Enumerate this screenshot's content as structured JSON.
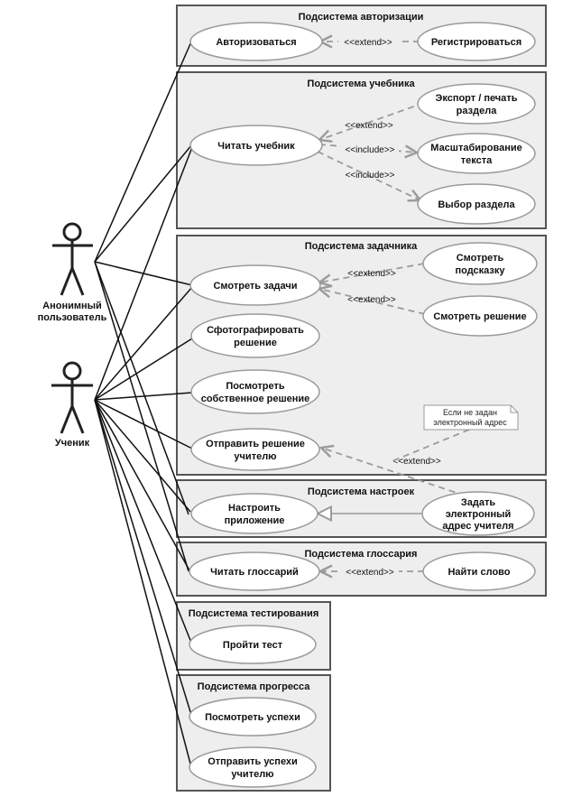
{
  "actors": {
    "anonymous": [
      "Анонимный",
      "пользователь"
    ],
    "student": [
      "Ученик"
    ]
  },
  "subsystems": {
    "auth": "Подсистема авторизации",
    "textbook": "Подсистема учебника",
    "tasks": "Подсистема задачника",
    "settings": "Подсистема настроек",
    "glossary": "Подсистема глоссария",
    "testing": "Подсистема тестирования",
    "progress": "Подсистема прогресса"
  },
  "use_cases": {
    "authorize": [
      "Авторизоваться"
    ],
    "register": [
      "Регистрироваться"
    ],
    "read_textbook": [
      "Читать учебник"
    ],
    "export_print": [
      "Экспорт / печать",
      "раздела"
    ],
    "scale_text": [
      "Масштабирование",
      "текста"
    ],
    "select_section": [
      "Выбор раздела"
    ],
    "view_tasks": [
      "Смотреть задачи"
    ],
    "view_hint": [
      "Смотреть",
      "подсказку"
    ],
    "view_solution": [
      "Смотреть решение"
    ],
    "photo_solution": [
      "Сфотографировать",
      "решение"
    ],
    "own_solution": [
      "Посмотреть",
      "собственное решение"
    ],
    "send_solution": [
      "Отправить решение",
      "учителю"
    ],
    "configure_app": [
      "Настроить",
      "приложение"
    ],
    "set_teacher_email": [
      "Задать",
      "электронный",
      "адрес учителя"
    ],
    "read_glossary": [
      "Читать глоссарий"
    ],
    "find_word": [
      "Найти слово"
    ],
    "take_test": [
      "Пройти тест"
    ],
    "view_progress": [
      "Посмотреть успехи"
    ],
    "send_progress": [
      "Отправить успехи",
      "учителю"
    ]
  },
  "relations": {
    "extend": "<<extend>>",
    "include": "<<include>>"
  },
  "note": [
    "Если не задан",
    "электронный адрес"
  ]
}
